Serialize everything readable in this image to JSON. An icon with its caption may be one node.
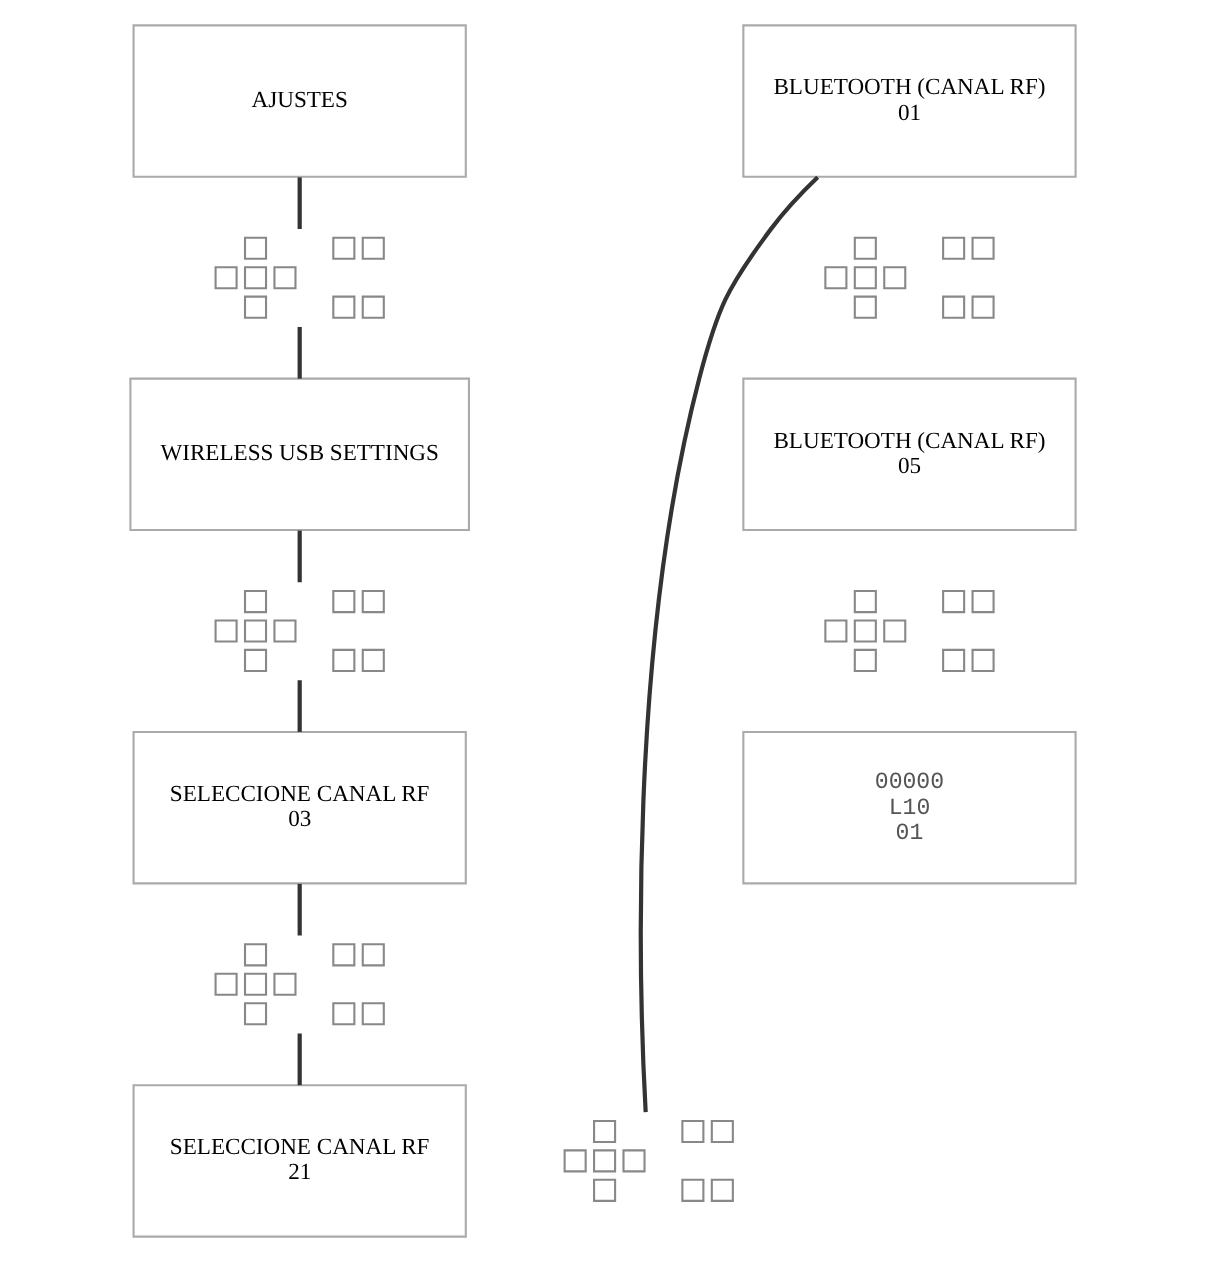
{
  "diagram": {
    "nodes": [
      {
        "text": [
          "AJUSTES"
        ]
      },
      {
        "text": [],
        "shape": "picture"
      },
      {
        "text": [
          "WIRELESS USB SETTINGS"
        ]
      },
      {
        "text": [],
        "shape": "picture"
      },
      {
        "text": [
          "SELECCIONE CANAL RF",
          "03"
        ]
      },
      {
        "text": [],
        "shape": "picture"
      },
      {
        "text": [
          "SELECCIONE CANAL RF",
          "21"
        ]
      },
      {
        "text": [],
        "shape": "picture"
      },
      {
        "text": [
          "BLUETOOTH (CANAL RF)",
          "01"
        ]
      },
      {
        "text": [],
        "shape": "picture"
      },
      {
        "text": [
          "BLUETOOTH (CANAL RF)",
          "05"
        ]
      },
      {
        "text": [],
        "shape": "picture"
      },
      {
        "text": [
          "00000",
          "L10",
          "01"
        ]
      }
    ],
    "edges": [
      {
        "from": 0,
        "to": 1,
        "arrow": "none"
      },
      {
        "from": 1,
        "to": 2,
        "arrow": "none"
      },
      {
        "from": 2,
        "to": 3,
        "arrow": "none"
      },
      {
        "from": 3,
        "to": 4,
        "arrow": "none"
      },
      {
        "from": 4,
        "to": 5,
        "arrow": "none"
      },
      {
        "from": 5,
        "to": 6,
        "arrow": "none"
      },
      {
        "from": 7,
        "to": 8,
        "arrow": "none"
      }
    ]
  }
}
